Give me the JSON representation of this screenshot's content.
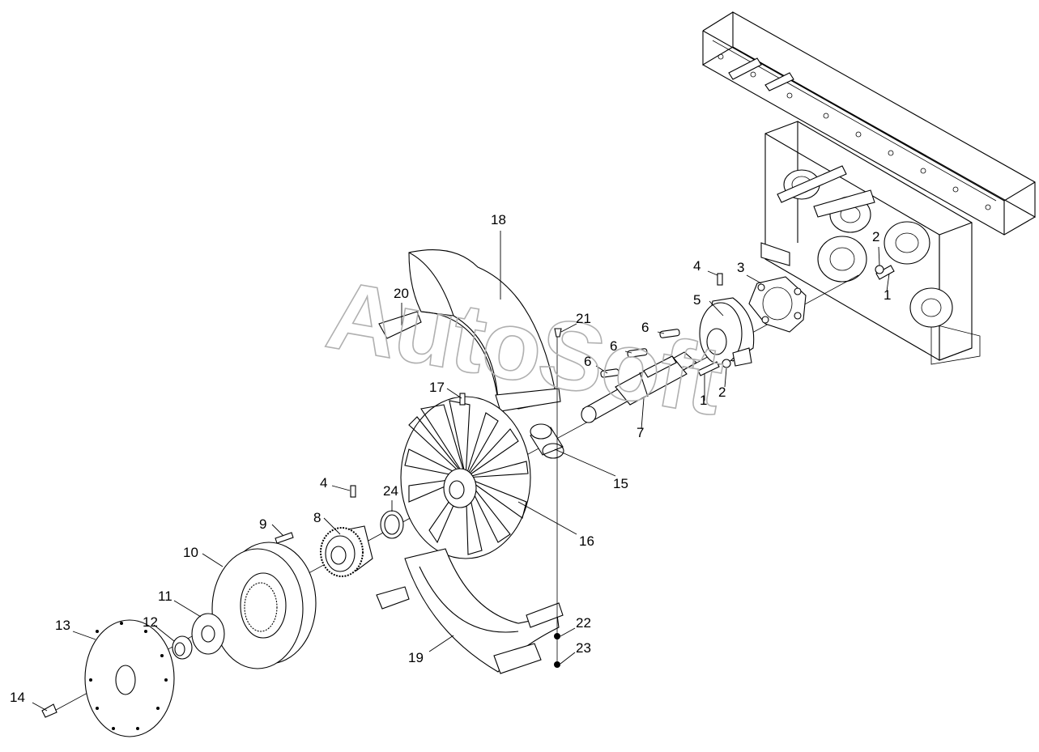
{
  "watermark": "AutoSoft",
  "callouts": [
    {
      "id": "c1a",
      "label": "1"
    },
    {
      "id": "c1b",
      "label": "1"
    },
    {
      "id": "c2a",
      "label": "2"
    },
    {
      "id": "c2b",
      "label": "2"
    },
    {
      "id": "c3",
      "label": "3"
    },
    {
      "id": "c4a",
      "label": "4"
    },
    {
      "id": "c4b",
      "label": "4"
    },
    {
      "id": "c5",
      "label": "5"
    },
    {
      "id": "c6a",
      "label": "6"
    },
    {
      "id": "c6b",
      "label": "6"
    },
    {
      "id": "c6c",
      "label": "6"
    },
    {
      "id": "c7",
      "label": "7"
    },
    {
      "id": "c8",
      "label": "8"
    },
    {
      "id": "c9",
      "label": "9"
    },
    {
      "id": "c10",
      "label": "10"
    },
    {
      "id": "c11",
      "label": "11"
    },
    {
      "id": "c12",
      "label": "12"
    },
    {
      "id": "c13",
      "label": "13"
    },
    {
      "id": "c14",
      "label": "14"
    },
    {
      "id": "c15",
      "label": "15"
    },
    {
      "id": "c16",
      "label": "16"
    },
    {
      "id": "c17",
      "label": "17"
    },
    {
      "id": "c18",
      "label": "18"
    },
    {
      "id": "c19",
      "label": "19"
    },
    {
      "id": "c20",
      "label": "20"
    },
    {
      "id": "c21",
      "label": "21"
    },
    {
      "id": "c22",
      "label": "22"
    },
    {
      "id": "c23",
      "label": "23"
    },
    {
      "id": "c24",
      "label": "24"
    }
  ]
}
